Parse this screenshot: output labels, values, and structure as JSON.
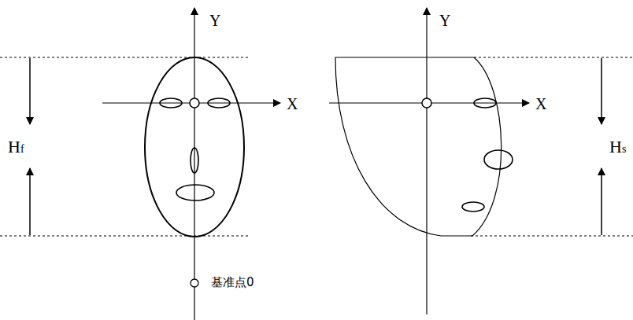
{
  "diagram": {
    "labels": [
      "Y",
      "X",
      "Hf",
      "Y",
      "X",
      "Hs"
    ],
    "legend": [
      {
        "text": "基准点0"
      }
    ]
  }
}
